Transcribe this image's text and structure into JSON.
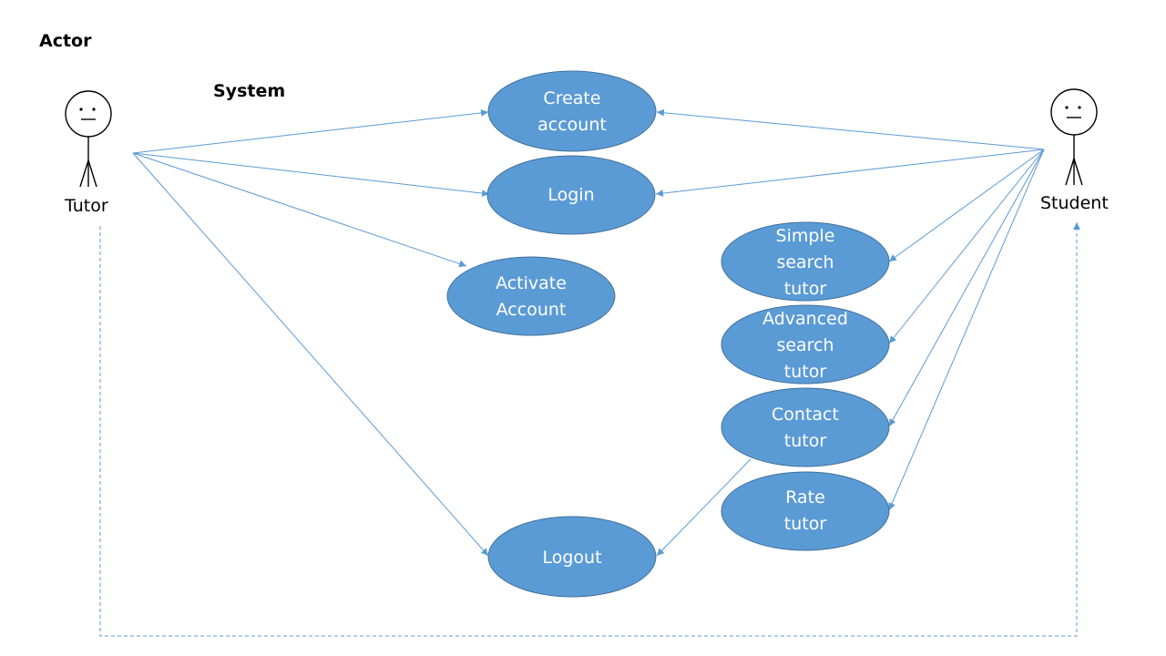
{
  "headings": {
    "actor": "Actor",
    "system": "System"
  },
  "actors": {
    "tutor": {
      "label": "Tutor"
    },
    "student": {
      "label": "Student"
    }
  },
  "use_cases": {
    "create_account": {
      "lines": [
        "Create",
        "account"
      ]
    },
    "login": {
      "lines": [
        "Login"
      ]
    },
    "activate_account": {
      "lines": [
        "Activate",
        "Account"
      ]
    },
    "logout": {
      "lines": [
        "Logout"
      ]
    },
    "simple_search": {
      "lines": [
        "Simple",
        "search",
        "tutor"
      ]
    },
    "advanced_search": {
      "lines": [
        "Advanced",
        "search",
        "tutor"
      ]
    },
    "contact_tutor": {
      "lines": [
        "Contact",
        "tutor"
      ]
    },
    "rate_tutor": {
      "lines": [
        "Rate",
        "tutor"
      ]
    }
  },
  "associations": [
    {
      "from": "tutor",
      "to": "create_account"
    },
    {
      "from": "tutor",
      "to": "login"
    },
    {
      "from": "tutor",
      "to": "activate_account"
    },
    {
      "from": "tutor",
      "to": "logout"
    },
    {
      "from": "student",
      "to": "create_account"
    },
    {
      "from": "student",
      "to": "login"
    },
    {
      "from": "student",
      "to": "simple_search"
    },
    {
      "from": "student",
      "to": "advanced_search"
    },
    {
      "from": "student",
      "to": "contact_tutor"
    },
    {
      "from": "student",
      "to": "rate_tutor"
    },
    {
      "from": "contact_tutor",
      "to": "logout"
    }
  ],
  "dependencies": [
    {
      "from": "tutor",
      "to": "student",
      "style": "dashed"
    }
  ],
  "colors": {
    "use_case_fill": "#5b9bd5",
    "use_case_stroke": "#41719c",
    "use_case_text": "#ffffff",
    "line": "#5b9bd5",
    "actor": "#000000"
  }
}
